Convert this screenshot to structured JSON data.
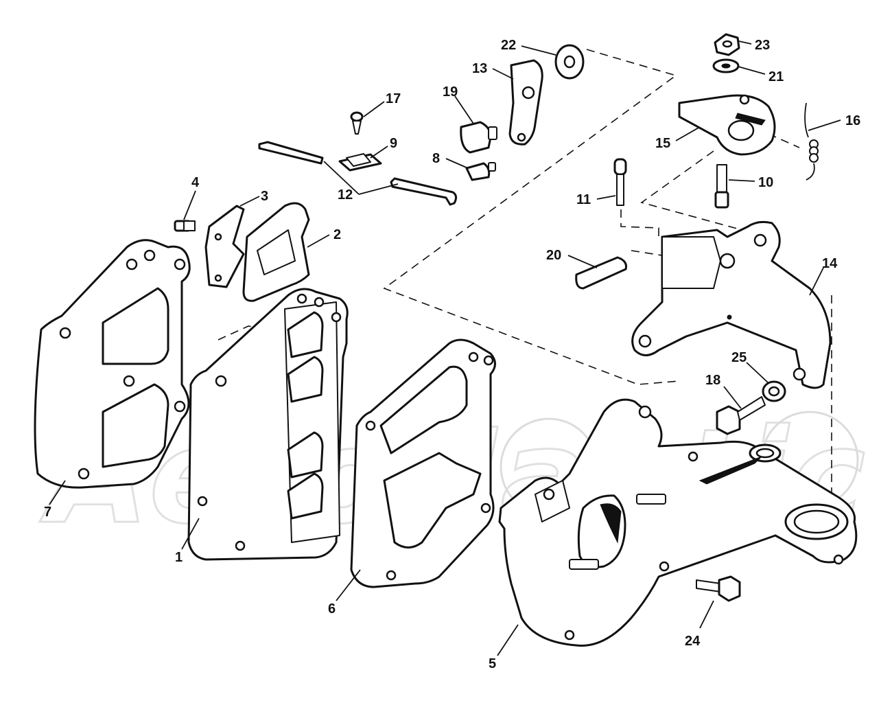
{
  "watermark": "AeroNautic",
  "callouts": {
    "c1": "1",
    "c2": "2",
    "c3": "3",
    "c4": "4",
    "c5": "5",
    "c6": "6",
    "c7": "7",
    "c8": "8",
    "c9": "9",
    "c10": "10",
    "c11": "11",
    "c12": "12",
    "c13": "13",
    "c14": "14",
    "c15": "15",
    "c16": "16",
    "c17": "17",
    "c18": "18",
    "c19": "19",
    "c20": "20",
    "c21": "21",
    "c22": "22",
    "c23": "23",
    "c24": "24",
    "c25": "25"
  }
}
